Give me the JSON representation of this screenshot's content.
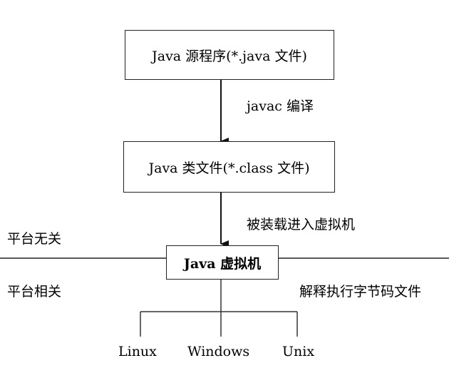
{
  "nodes": {
    "source_file": "Java 源程序(*.java 文件)",
    "class_file": "Java 类文件(*.class 文件)",
    "jvm": "Java 虚拟机"
  },
  "edges": {
    "compile": "javac 编译",
    "load": "被装载进入虚拟机"
  },
  "side_labels": {
    "platform_independent": "平台无关",
    "platform_dependent": "平台相关",
    "interpret": "解释执行字节码文件"
  },
  "platforms": [
    "Linux",
    "Windows",
    "Unix"
  ]
}
